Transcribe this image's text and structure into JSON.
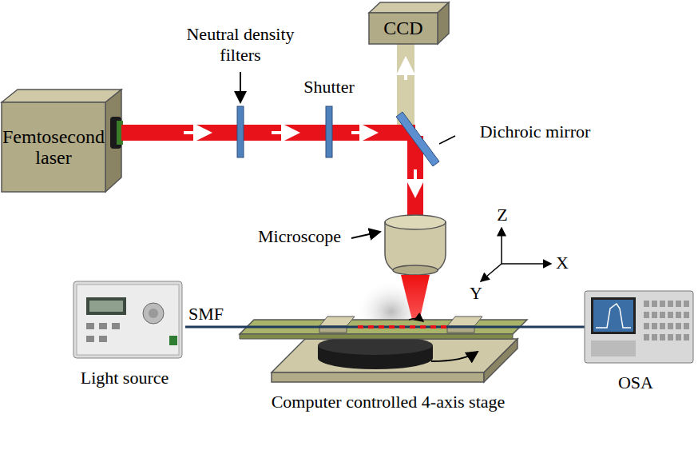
{
  "diagram": {
    "nodes": [
      {
        "text": [
          "Femtosecond laser"
        ]
      },
      {
        "text": [
          "CCD"
        ]
      }
    ],
    "labels": [
      "Neutral density filters",
      "Shutter",
      "Dichroic mirror",
      "Microscope",
      "Z",
      "X",
      "Y",
      "SMF",
      "Light source",
      "OSA",
      "Computer controlled 4-axis stage"
    ]
  }
}
